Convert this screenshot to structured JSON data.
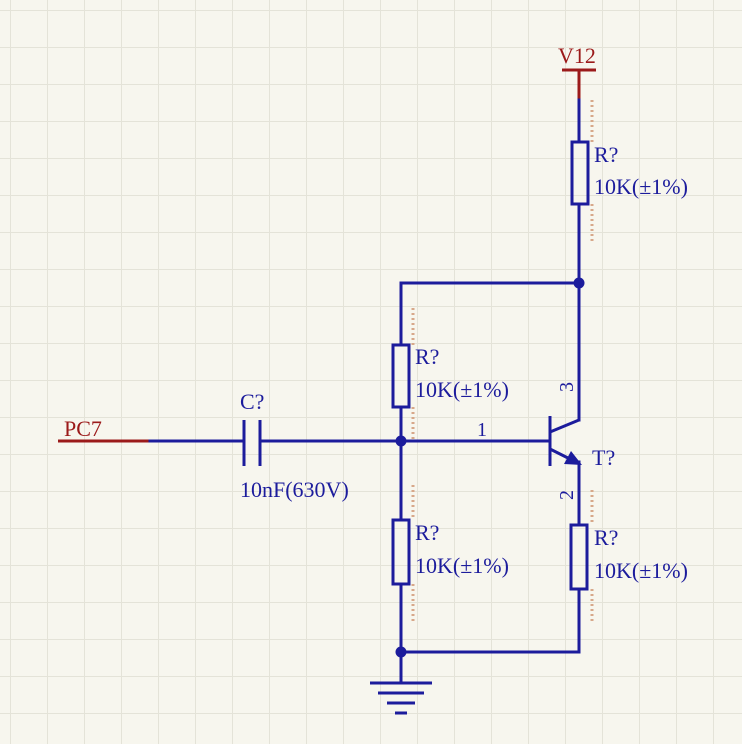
{
  "power": {
    "label": "V12"
  },
  "input_net": {
    "label": "PC7"
  },
  "capacitor": {
    "designator": "C?",
    "value": "10nF(630V)"
  },
  "transistor": {
    "designator": "T?",
    "pin_base": "1",
    "pin_emitter": "2",
    "pin_collector": "3"
  },
  "resistors": [
    {
      "designator": "R?",
      "value": "10K(±1%)"
    },
    {
      "designator": "R?",
      "value": "10K(±1%)"
    },
    {
      "designator": "R?",
      "value": "10K(±1%)"
    },
    {
      "designator": "R?",
      "value": "10K(±1%)"
    }
  ],
  "colors": {
    "wire": "#1c1c9c",
    "net_label": "#9b1a1a",
    "grid": "#e4e3d8",
    "background": "#f7f6ee"
  }
}
